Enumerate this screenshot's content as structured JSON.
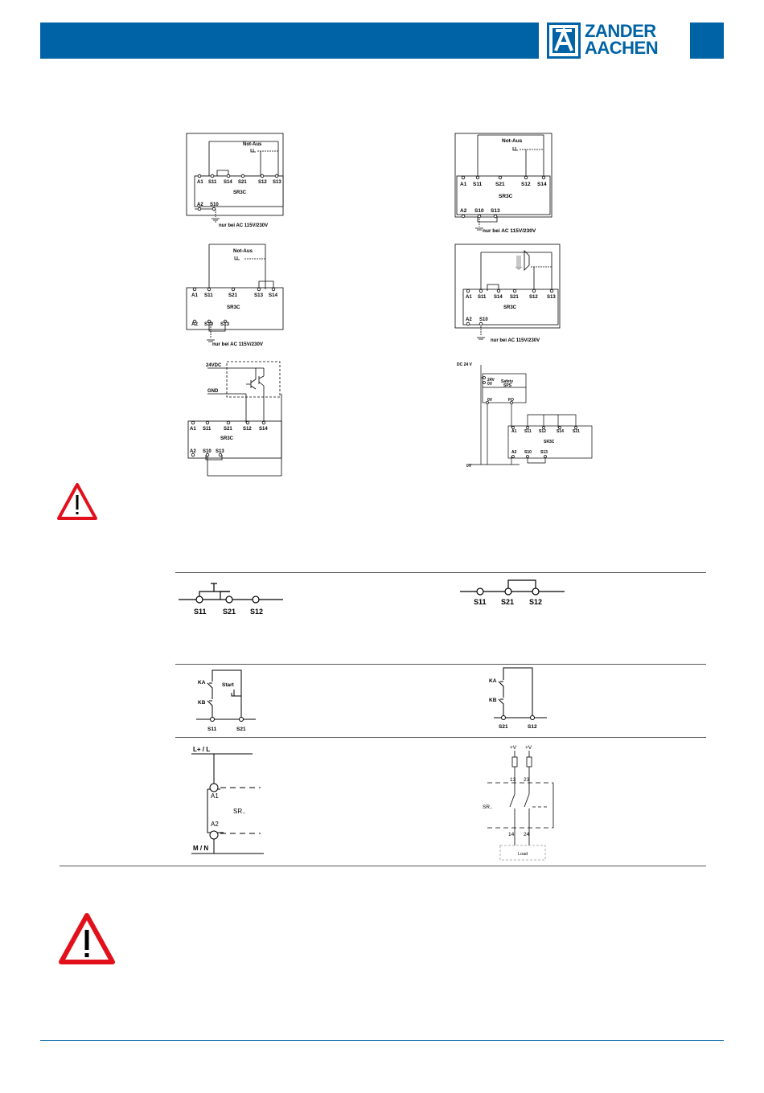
{
  "brand": {
    "logo_line1": "ZANDER",
    "logo_line2": "AACHEN",
    "color": "#0063a6"
  },
  "module": "SR3C",
  "emergency_label": "Not-Aus",
  "ac_note": "nur bei AC 115V/230V",
  "terminals": {
    "a1": "A1",
    "a2": "A2",
    "s10": "S10",
    "s11": "S11",
    "s12": "S12",
    "s13": "S13",
    "s14": "S14",
    "s21": "S21"
  },
  "ossd": {
    "supply": "24VDC",
    "ground": "GND"
  },
  "plc": {
    "supply": "DC 24 V",
    "v24": "24V",
    "v0": "0V",
    "title1": "Safety",
    "title2": "SPS",
    "out_0v": "0V",
    "out_fo": "FO",
    "common_0v": "0V"
  },
  "start": {
    "start_label": "Start",
    "ka": "KA",
    "kb": "KB"
  },
  "power": {
    "line_pos": "L+ / L",
    "line_neg": "M / N",
    "device": "SR..",
    "plus_v": "+V",
    "load": "Load",
    "t13": "13",
    "t23": "23",
    "t14": "14",
    "t24": "24"
  },
  "icons": [
    "warning-triangle-icon",
    "zander-logo-icon"
  ]
}
